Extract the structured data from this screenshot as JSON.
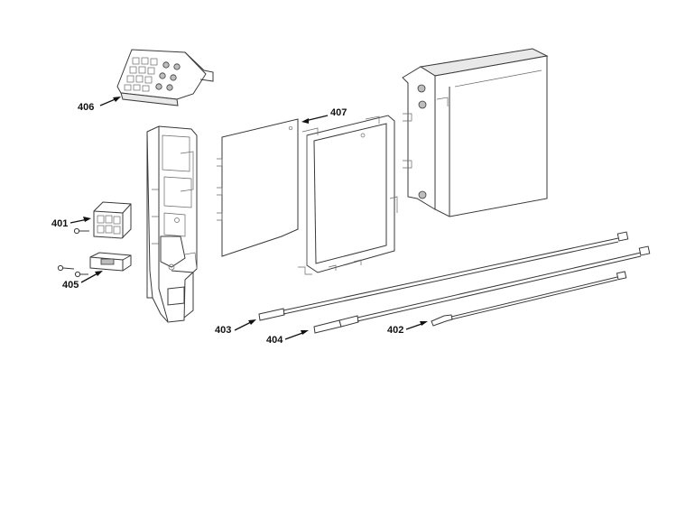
{
  "callouts": {
    "c406": "406",
    "c407": "407",
    "c401": "401",
    "c405": "405",
    "c403": "403",
    "c404": "404",
    "c402": "402"
  }
}
